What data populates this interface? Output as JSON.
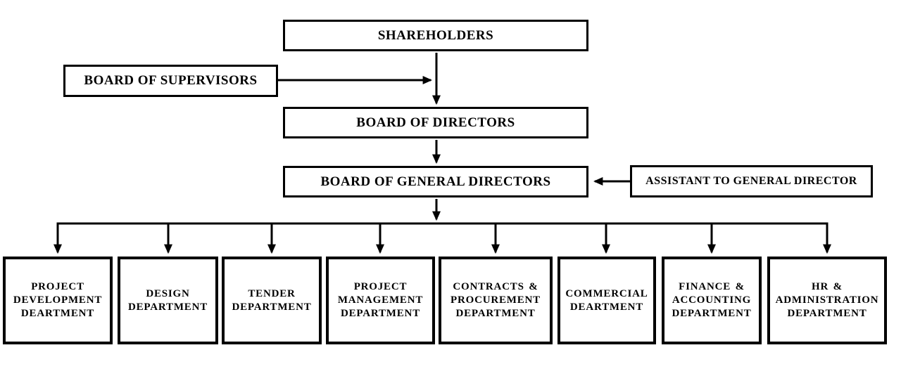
{
  "diagram": {
    "type": "org-chart",
    "background": "#ffffff",
    "line_color": "#000000",
    "text_color": "#000000",
    "nodes": {
      "shareholders": {
        "label": "SHAREHOLDERS"
      },
      "board_of_supervisors": {
        "label": "BOARD OF SUPERVISORS"
      },
      "board_of_directors": {
        "label": "BOARD OF DIRECTORS"
      },
      "board_of_general_directors": {
        "label": "BOARD OF GENERAL DIRECTORS"
      },
      "assistant_to_general_director": {
        "label": "ASSISTANT TO GENERAL DIRECTOR"
      },
      "departments": [
        {
          "label": "PROJECT\nDEVELOPMENT\nDEARTMENT"
        },
        {
          "label": "DESIGN\nDEPARTMENT"
        },
        {
          "label": "TENDER\nDEPARTMENT"
        },
        {
          "label": "PROJECT\nMANAGEMENT\nDEPARTMENT"
        },
        {
          "label": "CONTRACTS &\nPROCUREMENT\nDEPARTMENT"
        },
        {
          "label": "COMMERCIAL\nDEARTMENT"
        },
        {
          "label": "FINANCE &\nACCOUNTING\nDEPARTMENT"
        },
        {
          "label": "HR &\nADMINISTRATION\nDEPARTMENT"
        }
      ]
    },
    "edges": [
      {
        "from": "shareholders",
        "to": "board_of_directors"
      },
      {
        "from": "board_of_supervisors",
        "to": "shareholders_board_of_directors_link"
      },
      {
        "from": "board_of_directors",
        "to": "board_of_general_directors"
      },
      {
        "from": "assistant_to_general_director",
        "to": "board_of_general_directors"
      },
      {
        "from": "board_of_general_directors",
        "to": "departments_all"
      }
    ]
  }
}
